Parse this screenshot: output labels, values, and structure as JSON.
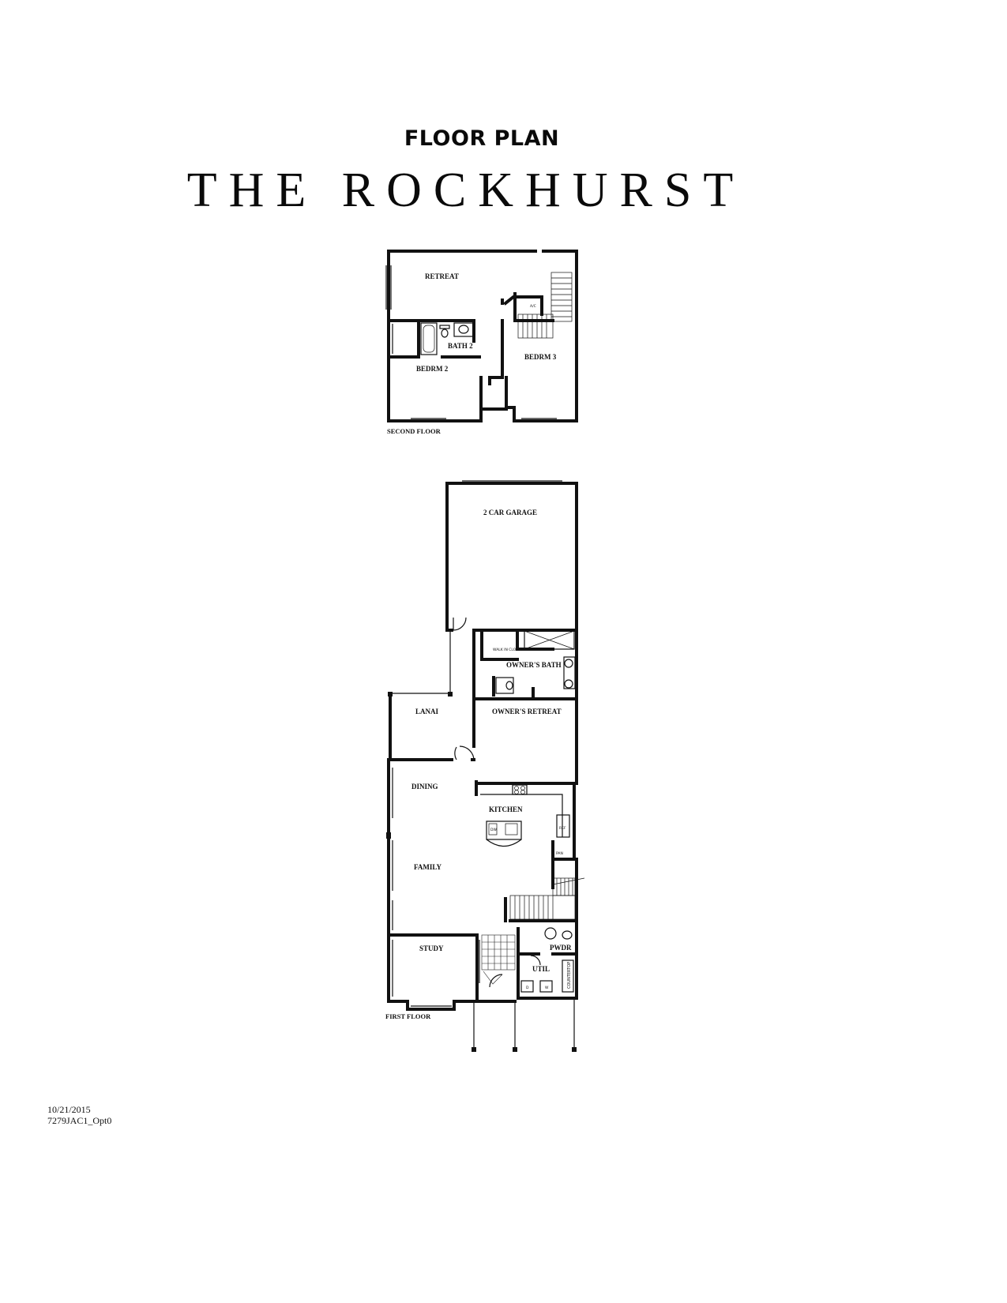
{
  "header": {
    "kicker": "FLOOR PLAN",
    "title": "THE ROCKHURST"
  },
  "second_floor": {
    "label": "SECOND FLOOR",
    "rooms": {
      "retreat": "RETREAT",
      "bath2": "BATH 2",
      "bedrm2": "BEDRM 2",
      "bedrm3": "BEDRM 3",
      "ac": "A/C"
    }
  },
  "first_floor": {
    "label": "FIRST FLOOR",
    "rooms": {
      "garage": "2 CAR GARAGE",
      "walk_in_closet": "WALK IN CLOSET",
      "owners_bath": "OWNER'S BATH",
      "lanai": "LANAI",
      "owners_retreat": "OWNER'S RETREAT",
      "dining": "DINING",
      "kitchen": "KITCHEN",
      "family": "FAMILY",
      "study": "STUDY",
      "pwdr": "PWDR",
      "util": "UTIL",
      "pan": "PAN",
      "ref": "REF",
      "countertop": "COUNTERTOP",
      "dw": "DW",
      "w": "W",
      "d": "D"
    }
  },
  "footer": {
    "date": "10/21/2015",
    "code": "7279JAC1_Opt0"
  }
}
